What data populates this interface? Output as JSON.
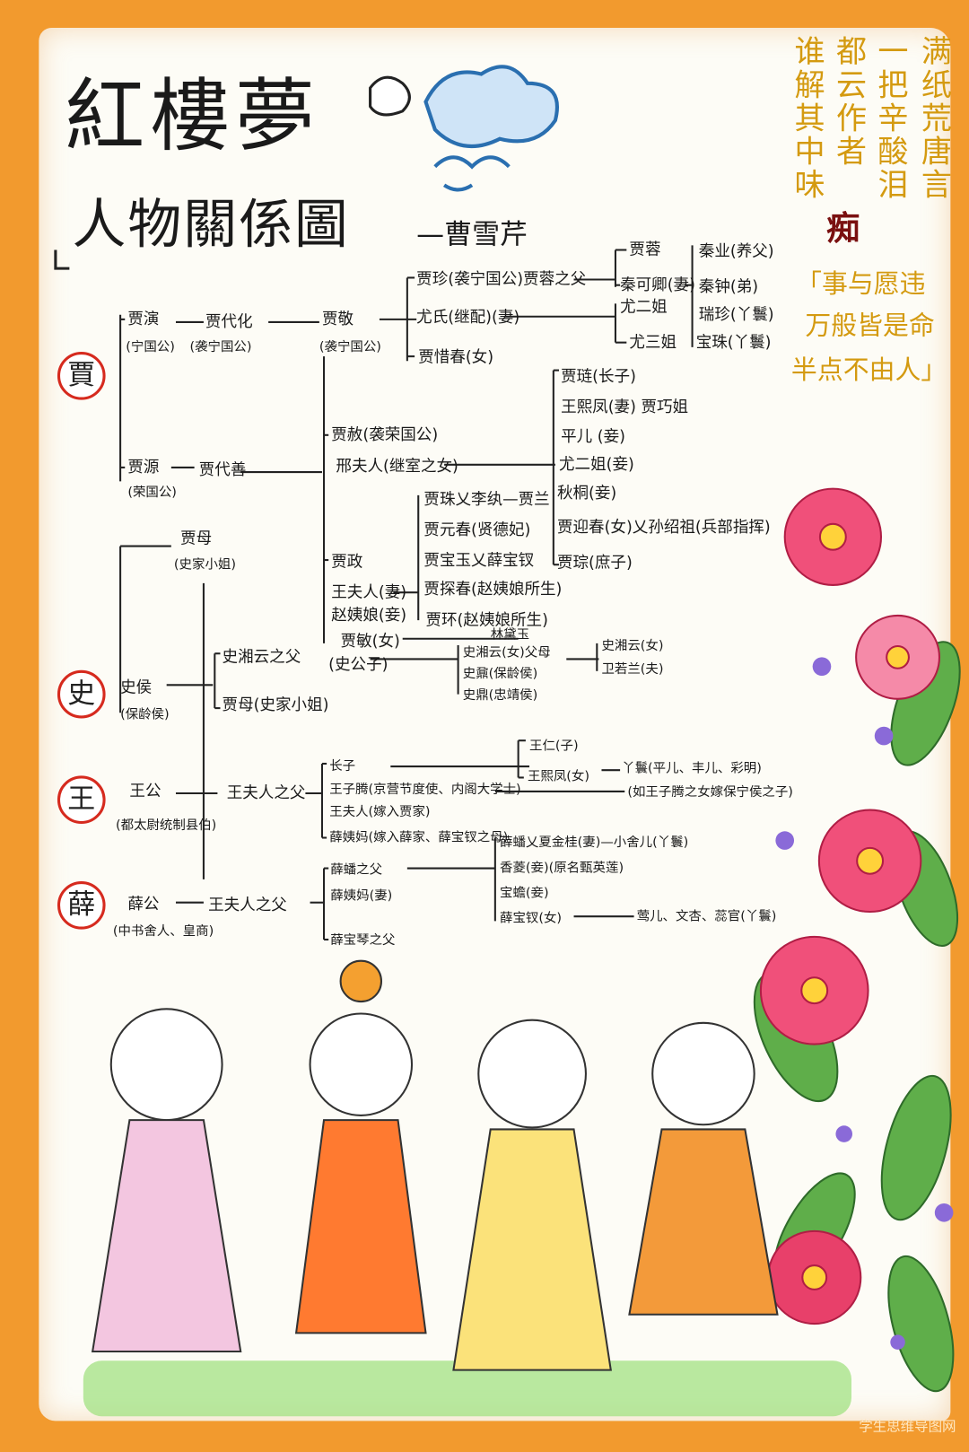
{
  "title": {
    "main": "紅樓夢",
    "sub": "人物關係圖",
    "author": "—曹雪芹"
  },
  "poem": {
    "columns": [
      "满纸荒唐言",
      "一把辛酸泪",
      "都云作者",
      "谁解其中味"
    ],
    "highlight": "痴"
  },
  "motto": [
    "「事与愿违",
    "万般皆是命",
    "半点不由人」"
  ],
  "families": {
    "jia": "賈",
    "shi": "史",
    "wang": "王",
    "xue": "薛"
  },
  "jia": {
    "jiayan": "贾演",
    "jiayan_title": "(宁国公)",
    "daihua": "贾代化",
    "daihua_title": "(袭宁国公)",
    "jiajing": "贾敬",
    "jiajing_title": "(袭宁国公)",
    "jiazhen": "贾珍(袭宁国公)贾蓉之父",
    "youshi": "尤氏(继配)(妻)",
    "xichun": "贾惜春(女)",
    "jiarong": "贾蓉",
    "qinkeqing": "秦可卿(妻)",
    "you2": "尤二姐",
    "you3": "尤三姐",
    "qinye": "秦业(养父)",
    "qinzhong": "秦钟(弟)",
    "ruizhen": "瑞珍(丫鬟)",
    "baozhu": "宝珠(丫鬟)",
    "jiayuan": "贾源",
    "jiayuan_title": "(荣国公)",
    "daishan": "贾代善",
    "jiashe": "贾赦(袭荣国公)",
    "xing": "邢夫人(继室之女)",
    "lian": "贾琏(长子)",
    "xifeng": "王熙凤(妻) 贾巧姐",
    "pinger": "平儿 (妾)",
    "you2b": "尤二姐(妾)",
    "qiutong": "秋桐(妾)",
    "yingchun": "贾迎春(女)乂孙绍祖(兵部指挥)",
    "cong": "贾琮(庶子)",
    "jiamu": "贾母",
    "jiamu_title": "(史家小姐)",
    "jiazheng": "贾政",
    "wangfuren": "王夫人(妻)",
    "zhao": "赵姨娘(妾)",
    "zhu": "贾珠乂李纨—贾兰",
    "yuanchun": "贾元春(贤德妃)",
    "baoyu": "贾宝玉乂薛宝钗",
    "tanchun": "贾探春(赵姨娘所生)",
    "huan": "贾环(赵姨娘所生)"
  },
  "shi": {
    "shihou": "史侯",
    "shihou_title": "(保龄侯)",
    "xiangyun_father": "史湘云之父",
    "shigongzi": "(史公子)",
    "jiamin": "贾敏(女)",
    "daiyu": "林黛玉",
    "jiamu2": "贾母(史家小姐)",
    "xiangyun_parents": "史湘云(女)父母",
    "shinai": "史鼐(保龄侯)",
    "shiding": "史鼎(忠靖侯)",
    "xiangyun": "史湘云(女)",
    "weiruolan": "卫若兰(夫)"
  },
  "wang": {
    "wanggong": "王公",
    "wanggong_title": "(都太尉统制县伯)",
    "wangfather": "王夫人之父",
    "changzi": "长子",
    "ziteng": "王子腾(京营节度使、内阁大学士)",
    "wangfuren": "王夫人(嫁入贾家)",
    "xueyima": "薛姨妈(嫁入薛家、薛宝钗之母)",
    "wangren": "王仁(子)",
    "xifeng": "王熙凤(女)",
    "yahuan": "丫鬟(平儿、丰儿、彩明)",
    "ziteng_daughter": "(如王子腾之女嫁保宁侯之子)"
  },
  "xue": {
    "xuegong": "薛公",
    "xuegong_title": "(中书舍人、皇商)",
    "wangfather": "王夫人之父",
    "panfather": "薛蟠之父",
    "xueyima": "薛姨妈(妻)",
    "baoqinfather": "薛宝琴之父",
    "pan": "薛蟠乂夏金桂(妻)—小舍儿(丫鬟)",
    "xiangling": "香菱(妾)(原名甄英莲)",
    "baochan": "宝蟾(妾)",
    "baochai": "薛宝钗(女)",
    "yinger": "莺儿、文杏、蕊官(丫鬟)"
  },
  "watermark": "学生思维导图网",
  "colors": {
    "border": "#f29a2e",
    "paper": "#fdfcf6",
    "badge_ring": "#d62a1e",
    "poem": "#d49a10",
    "flower": "#e8406a"
  }
}
